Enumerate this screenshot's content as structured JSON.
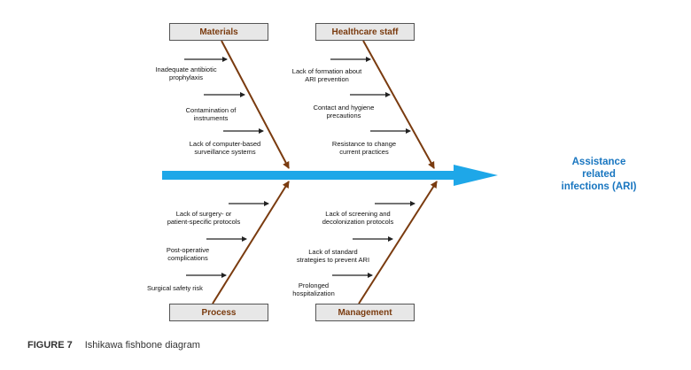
{
  "categories": {
    "materials": "Materials",
    "healthcare_staff": "Healthcare staff",
    "process": "Process",
    "management": "Management"
  },
  "effect": "Assistance\nrelated\ninfections (ARI)",
  "causes": {
    "materials": [
      "Inadequate antibiotic\nprophylaxis",
      "Contamination of\ninstruments",
      "Lack of computer-based\nsurveillance systems"
    ],
    "healthcare_staff": [
      "Lack of formation about\nARI prevention",
      "Contact and hygiene\nprecautions",
      "Resistance to change\ncurrent practices"
    ],
    "process": [
      "Lack of surgery- or\npatient-specific protocols",
      "Post-operative\ncomplications",
      "Surgical safety risk"
    ],
    "management": [
      "Lack of screening and\ndecolonization protocols",
      "Lack of standard\nstrategies to prevent ARI",
      "Prolonged\nhospitalization"
    ]
  },
  "caption": {
    "label": "FIGURE 7",
    "text": "Ishikawa fishbone diagram"
  },
  "colors": {
    "spine": "#1ea7e8",
    "bone": "#7a3b0f",
    "effect_text": "#1976c0",
    "sub_arrow": "#222222"
  }
}
